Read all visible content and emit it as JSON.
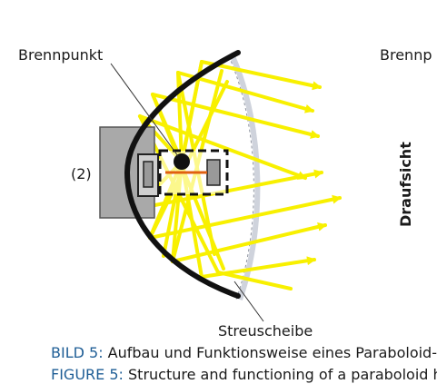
{
  "labels": {
    "focal_point": "Brennpunkt",
    "focal_point_right": "Brennp",
    "index": "(2)",
    "top_view": "Draufsicht",
    "diffuser": "Streuscheibe"
  },
  "captions": {
    "de_prefix": "BILD 5:",
    "de_text": " Aufbau und Funktionsweise eines Paraboloid- (",
    "en_prefix": "FIGURE 5:",
    "en_text": " Structure and functioning of a paraboloid he"
  },
  "colors": {
    "ray": "#f8f000",
    "reflector": "#111111",
    "housing": "#a9a9a9",
    "diffuser": "#cfd3dc",
    "caption_prefix": "#1f5e96",
    "bulb_filament": "#e06010"
  }
}
